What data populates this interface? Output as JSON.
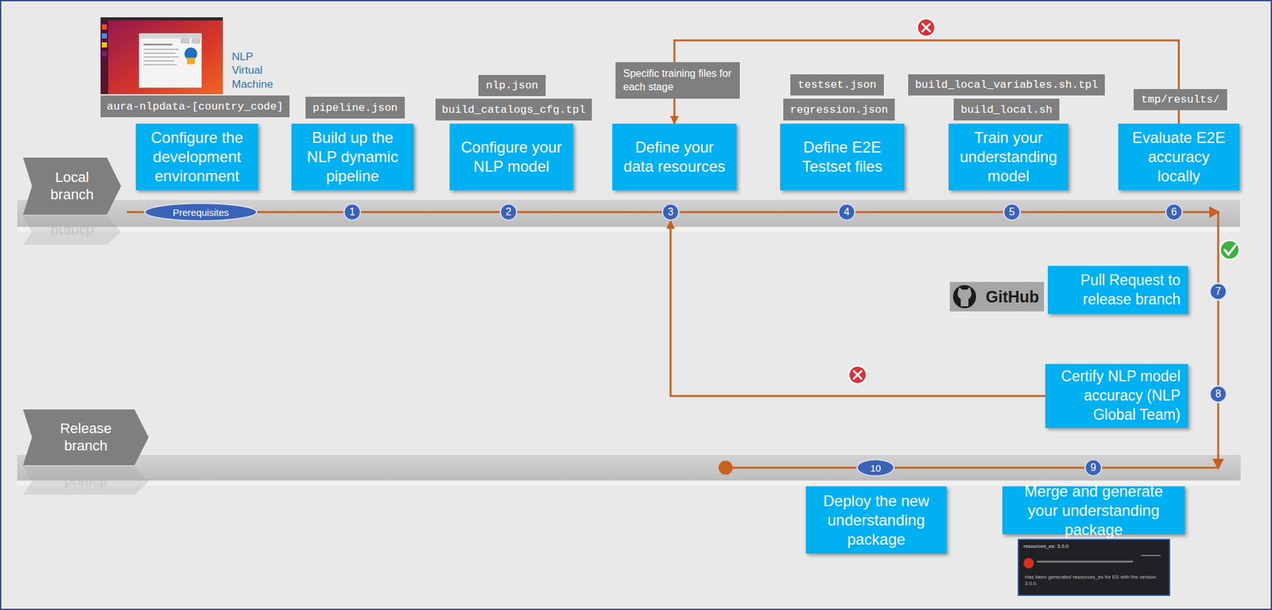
{
  "diagram": {
    "nodes": [
      {
        "text": [
          "Local branch"
        ]
      },
      {
        "text": [
          "aura-nlpdata-[country_code]"
        ]
      },
      {
        "text": [
          "Configure the development environment"
        ]
      },
      {
        "text": [
          "pipeline.json"
        ]
      },
      {
        "text": [
          "Build up the NLP dynamic pipeline"
        ]
      },
      {
        "text": [
          "nlp.json"
        ]
      },
      {
        "text": [
          "build_catalogs_cfg.tpl"
        ]
      },
      {
        "text": [
          "Configure your NLP model"
        ]
      },
      {
        "text": [
          "Specific training files for each stage"
        ]
      },
      {
        "text": [
          "Define your data resources"
        ]
      },
      {
        "text": [
          "testset.json"
        ]
      },
      {
        "text": [
          "regression.json"
        ]
      },
      {
        "text": [
          "Define E2E Testset files"
        ]
      },
      {
        "text": [
          "build_local_variables.sh.tpl"
        ]
      },
      {
        "text": [
          "build_local.sh"
        ]
      },
      {
        "text": [
          "Train your understanding model"
        ]
      },
      {
        "text": [
          "tmp/results/"
        ]
      },
      {
        "text": [
          "Evaluate E2E accuracy locally"
        ]
      },
      {
        "text": [
          "Prerequisites"
        ]
      },
      {
        "text": [
          "1"
        ]
      },
      {
        "text": [
          "2"
        ]
      },
      {
        "text": [
          "3"
        ]
      },
      {
        "text": [
          "4"
        ]
      },
      {
        "text": [
          "5"
        ]
      },
      {
        "text": [
          "6"
        ]
      },
      {
        "text": [
          "GitHub"
        ]
      },
      {
        "text": [
          "Pull Request to release branch"
        ]
      },
      {
        "text": [
          "7"
        ]
      },
      {
        "text": [
          "Certify NLP model accuracy (NLP Global Team)"
        ]
      },
      {
        "text": [
          "8"
        ]
      },
      {
        "text": [
          "Release branch"
        ]
      },
      {
        "text": [
          "10"
        ]
      },
      {
        "text": [
          "9"
        ]
      },
      {
        "text": [
          "Deploy the new understanding package"
        ]
      },
      {
        "text": [
          "Merge and generate your understanding package"
        ]
      }
    ],
    "edges": [
      {
        "from": 18,
        "to": 19,
        "arrow": "none"
      },
      {
        "from": 19,
        "to": 20,
        "arrow": "none"
      },
      {
        "from": 20,
        "to": 21,
        "arrow": "none"
      },
      {
        "from": 21,
        "to": 22,
        "arrow": "none"
      },
      {
        "from": 22,
        "to": 23,
        "arrow": "none"
      },
      {
        "from": 23,
        "to": 24,
        "arrow": "none"
      },
      {
        "from": 24,
        "to": 27,
        "arrow": "none"
      },
      {
        "from": 27,
        "to": 29,
        "arrow": "none"
      },
      {
        "from": 29,
        "to": 32,
        "arrow": "none"
      },
      {
        "from": 32,
        "to": 31,
        "arrow": "none"
      },
      {
        "from": 17,
        "to": 9,
        "arrow": "to"
      },
      {
        "from": 28,
        "to": 21,
        "arrow": "to"
      }
    ],
    "labels": [
      "NLP Virtual Machine",
      "branch",
      "branch",
      "resources_es: 3.0.0",
      "Has been generated resources_es for ES with the version 3.0.0."
    ]
  }
}
